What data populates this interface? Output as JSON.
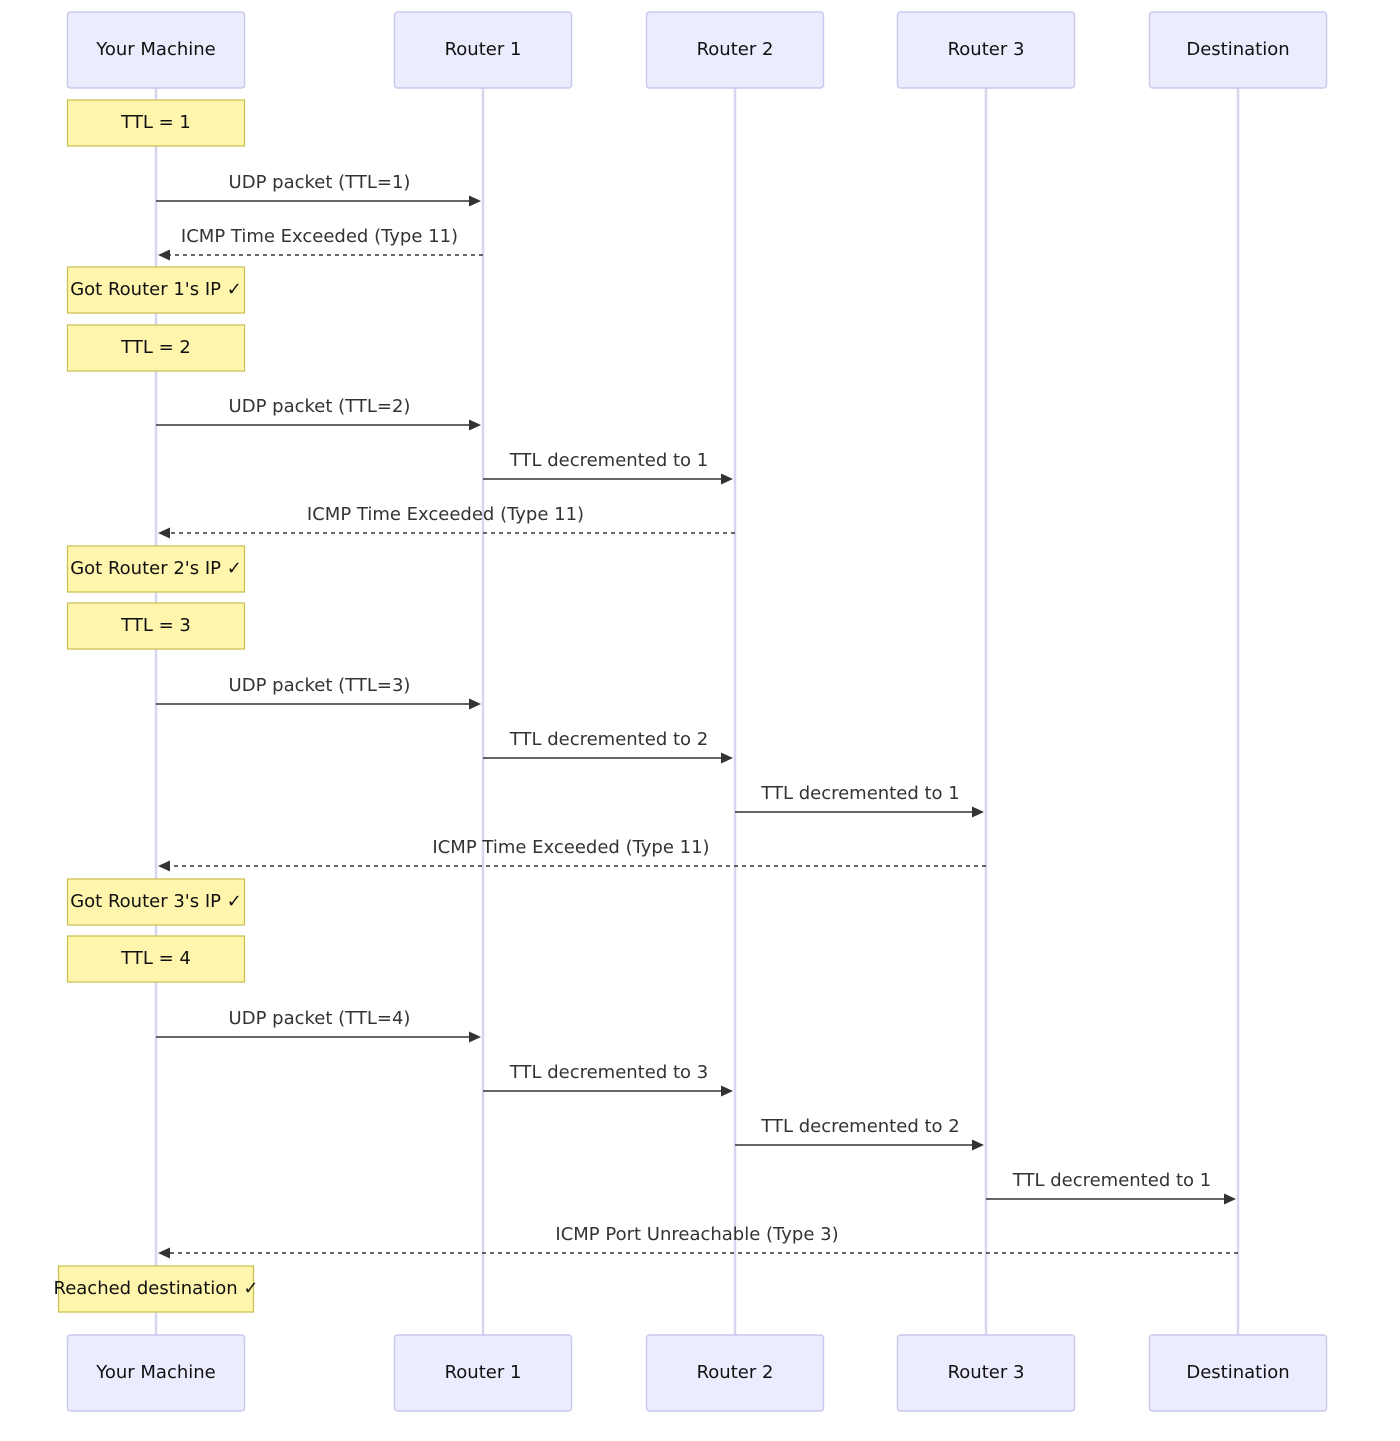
{
  "diagram": {
    "type": "sequence",
    "colors": {
      "actor_fill": "#ececff",
      "actor_border": "#c9c9ef",
      "lifeline": "#d6d6ee",
      "note_fill": "#fff5ad",
      "note_border": "#c7bf4b",
      "arrow": "#333333"
    },
    "actors": [
      {
        "id": "machine",
        "label": "Your Machine"
      },
      {
        "id": "r1",
        "label": "Router 1"
      },
      {
        "id": "r2",
        "label": "Router 2"
      },
      {
        "id": "r3",
        "label": "Router 3"
      },
      {
        "id": "dest",
        "label": "Destination"
      }
    ],
    "steps": [
      {
        "kind": "note",
        "over": "machine",
        "text": "TTL = 1"
      },
      {
        "kind": "message",
        "from": "machine",
        "to": "r1",
        "text": "UDP packet (TTL=1)",
        "style": "solid"
      },
      {
        "kind": "message",
        "from": "r1",
        "to": "machine",
        "text": "ICMP Time Exceeded (Type 11)",
        "style": "dashed"
      },
      {
        "kind": "note",
        "over": "machine",
        "text": "Got Router 1's IP ✓"
      },
      {
        "kind": "note",
        "over": "machine",
        "text": "TTL = 2"
      },
      {
        "kind": "message",
        "from": "machine",
        "to": "r1",
        "text": "UDP packet (TTL=2)",
        "style": "solid"
      },
      {
        "kind": "message",
        "from": "r1",
        "to": "r2",
        "text": "TTL decremented to 1",
        "style": "solid"
      },
      {
        "kind": "message",
        "from": "r2",
        "to": "machine",
        "text": "ICMP Time Exceeded (Type 11)",
        "style": "dashed"
      },
      {
        "kind": "note",
        "over": "machine",
        "text": "Got Router 2's IP ✓"
      },
      {
        "kind": "note",
        "over": "machine",
        "text": "TTL = 3"
      },
      {
        "kind": "message",
        "from": "machine",
        "to": "r1",
        "text": "UDP packet (TTL=3)",
        "style": "solid"
      },
      {
        "kind": "message",
        "from": "r1",
        "to": "r2",
        "text": "TTL decremented to 2",
        "style": "solid"
      },
      {
        "kind": "message",
        "from": "r2",
        "to": "r3",
        "text": "TTL decremented to 1",
        "style": "solid"
      },
      {
        "kind": "message",
        "from": "r3",
        "to": "machine",
        "text": "ICMP Time Exceeded (Type 11)",
        "style": "dashed"
      },
      {
        "kind": "note",
        "over": "machine",
        "text": "Got Router 3's IP ✓"
      },
      {
        "kind": "note",
        "over": "machine",
        "text": "TTL = 4"
      },
      {
        "kind": "message",
        "from": "machine",
        "to": "r1",
        "text": "UDP packet (TTL=4)",
        "style": "solid"
      },
      {
        "kind": "message",
        "from": "r1",
        "to": "r2",
        "text": "TTL decremented to 3",
        "style": "solid"
      },
      {
        "kind": "message",
        "from": "r2",
        "to": "r3",
        "text": "TTL decremented to 2",
        "style": "solid"
      },
      {
        "kind": "message",
        "from": "r3",
        "to": "dest",
        "text": "TTL decremented to 1",
        "style": "solid"
      },
      {
        "kind": "message",
        "from": "dest",
        "to": "machine",
        "text": "ICMP Port Unreachable (Type 3)",
        "style": "dashed"
      },
      {
        "kind": "note",
        "over": "machine",
        "text": "Reached destination ✓"
      }
    ]
  }
}
